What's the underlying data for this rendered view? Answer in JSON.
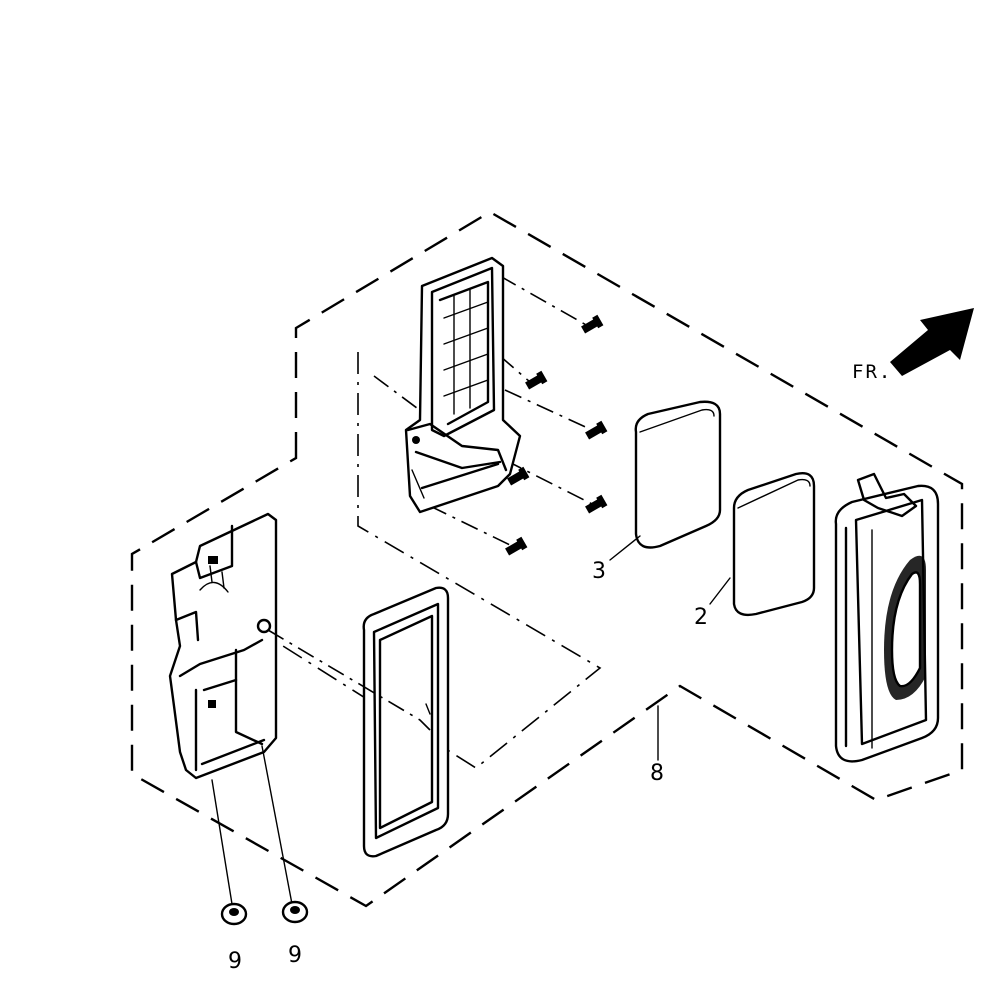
{
  "direction": {
    "label": "FR."
  },
  "callouts": [
    {
      "id": "foam-element-outer",
      "label": "3"
    },
    {
      "id": "foam-element-inner",
      "label": "2"
    },
    {
      "id": "air-cleaner-assembly",
      "label": "8"
    },
    {
      "id": "nut-left",
      "label": "9"
    },
    {
      "id": "nut-right",
      "label": "9"
    }
  ]
}
